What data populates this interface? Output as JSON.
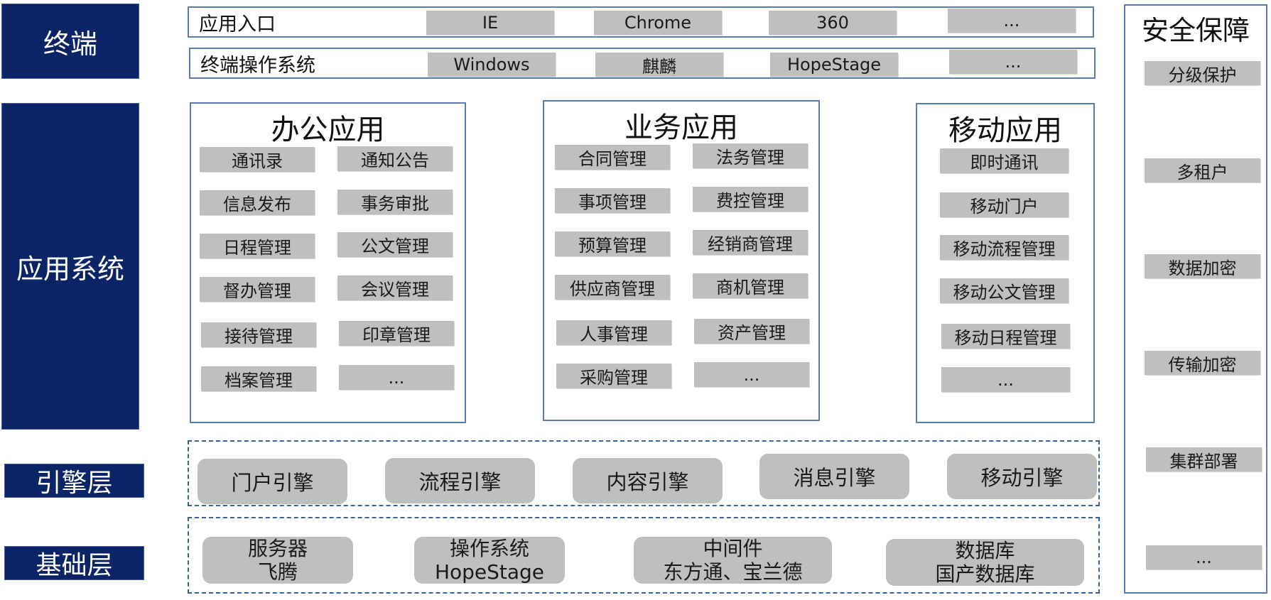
{
  "sidebar": {
    "terminal": "终端",
    "app_system": "应用系统",
    "engine_layer": "引擎层",
    "base_layer": "基础层"
  },
  "terminal": {
    "entry": {
      "label": "应用入口",
      "items": [
        "IE",
        "Chrome",
        "360",
        "..."
      ]
    },
    "os": {
      "label": "终端操作系统",
      "items": [
        "Windows",
        "麒麟",
        "HopeStage",
        "..."
      ]
    }
  },
  "apps": {
    "office": {
      "title": "办公应用",
      "items": [
        "通讯录",
        "通知公告",
        "信息发布",
        "事务审批",
        "日程管理",
        "公文管理",
        "督办管理",
        "会议管理",
        "接待管理",
        "印章管理",
        "档案管理",
        "..."
      ]
    },
    "business": {
      "title": "业务应用",
      "items": [
        "合同管理",
        "法务管理",
        "事项管理",
        "费控管理",
        "预算管理",
        "经销商管理",
        "供应商管理",
        "商机管理",
        "人事管理",
        "资产管理",
        "采购管理",
        "..."
      ]
    },
    "mobile": {
      "title": "移动应用",
      "items": [
        "即时通讯",
        "移动门户",
        "移动流程管理",
        "移动公文管理",
        "移动日程管理",
        "..."
      ]
    }
  },
  "engines": [
    "门户引擎",
    "流程引擎",
    "内容引擎",
    "消息引擎",
    "移动引擎"
  ],
  "base": [
    {
      "line1": "服务器",
      "line2": "飞腾"
    },
    {
      "line1": "操作系统",
      "line2": "HopeStage"
    },
    {
      "line1": "中间件",
      "line2": "东方通、宝兰德"
    },
    {
      "line1": "数据库",
      "line2": "国产数据库"
    }
  ],
  "security": {
    "title": "安全保障",
    "items": [
      "分级保护",
      "多租户",
      "数据加密",
      "传输加密",
      "集群部署",
      "..."
    ]
  },
  "colors": {
    "sidebar_bg": "#0b2466",
    "border_blue": "#5a7db8",
    "chip_gray": "#bfbfbf"
  }
}
